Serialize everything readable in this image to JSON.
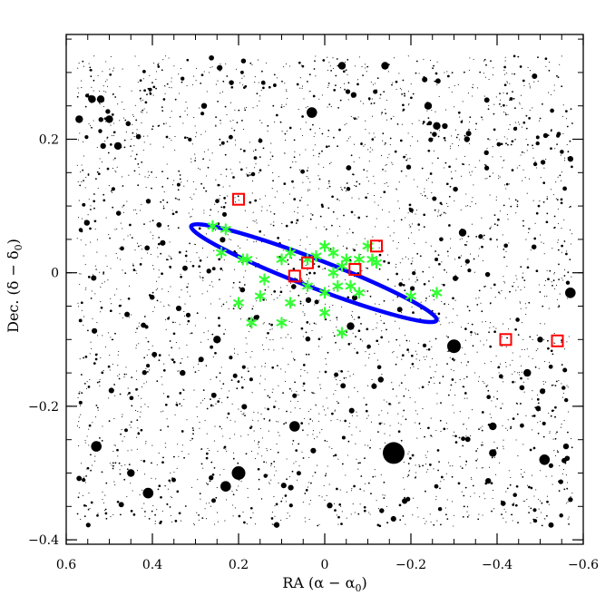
{
  "chart_data": {
    "type": "scatter",
    "xlabel": "RA (α − α",
    "xlabel_sub": "0",
    "xlabel_close": ")",
    "ylabel": "Dec. (δ − δ",
    "ylabel_sub": "0",
    "ylabel_close": ")",
    "xlim": [
      0.6,
      -0.6
    ],
    "ylim": [
      -0.4,
      0.35
    ],
    "x_ticks": [
      0.6,
      0.4,
      0.2,
      0,
      -0.2,
      -0.4,
      -0.6
    ],
    "x_tick_labels": [
      "0.6",
      "0.4",
      "0.2",
      "0",
      "−0.2",
      "−0.4",
      "−0.6"
    ],
    "y_ticks": [
      0.2,
      0,
      -0.2,
      -0.4
    ],
    "y_tick_labels": [
      "0.2",
      "0",
      "−0.2",
      "−0.4"
    ],
    "grid": false,
    "field_stars_note": "dense background of several thousand faint field stars (dot size ∝ brightness), uniformly filling roughly x ∈ [0.57, −0.57], y ∈ [−0.38, 0.32]",
    "bright_stars": [
      {
        "x": 0.57,
        "y": 0.23,
        "mag": 2
      },
      {
        "x": 0.54,
        "y": 0.26,
        "mag": 2
      },
      {
        "x": 0.52,
        "y": 0.26,
        "mag": 2
      },
      {
        "x": 0.5,
        "y": 0.23,
        "mag": 2
      },
      {
        "x": 0.48,
        "y": 0.19,
        "mag": 2
      },
      {
        "x": 0.28,
        "y": 0.25,
        "mag": 1
      },
      {
        "x": 0.03,
        "y": 0.24,
        "mag": 3
      },
      {
        "x": -0.04,
        "y": 0.31,
        "mag": 2
      },
      {
        "x": -0.14,
        "y": 0.31,
        "mag": 2
      },
      {
        "x": -0.24,
        "y": 0.25,
        "mag": 2
      },
      {
        "x": -0.26,
        "y": 0.22,
        "mag": 2
      },
      {
        "x": -0.33,
        "y": 0.2,
        "mag": 1
      },
      {
        "x": -0.32,
        "y": 0.06,
        "mag": 2
      },
      {
        "x": -0.57,
        "y": -0.03,
        "mag": 3
      },
      {
        "x": -0.3,
        "y": -0.11,
        "mag": 4
      },
      {
        "x": -0.06,
        "y": -0.08,
        "mag": 2
      },
      {
        "x": 0.25,
        "y": -0.1,
        "mag": 2
      },
      {
        "x": -0.47,
        "y": -0.15,
        "mag": 2
      },
      {
        "x": -0.5,
        "y": -0.1,
        "mag": 1
      },
      {
        "x": -0.39,
        "y": -0.23,
        "mag": 2
      },
      {
        "x": -0.39,
        "y": -0.27,
        "mag": 2
      },
      {
        "x": 0.07,
        "y": -0.23,
        "mag": 3
      },
      {
        "x": 0.53,
        "y": -0.26,
        "mag": 3
      },
      {
        "x": 0.45,
        "y": -0.3,
        "mag": 2
      },
      {
        "x": 0.41,
        "y": -0.33,
        "mag": 3
      },
      {
        "x": 0.2,
        "y": -0.3,
        "mag": 4
      },
      {
        "x": 0.23,
        "y": -0.32,
        "mag": 3
      },
      {
        "x": -0.16,
        "y": -0.27,
        "mag": 6
      },
      {
        "x": -0.51,
        "y": -0.28,
        "mag": 3
      },
      {
        "x": -0.56,
        "y": -0.26,
        "mag": 1
      },
      {
        "x": -0.13,
        "y": -0.16,
        "mag": 1
      },
      {
        "x": 0.33,
        "y": -0.15,
        "mag": 1
      }
    ],
    "ellipse": {
      "center_x": 0.025,
      "center_y": -0.0005,
      "semi_major": 0.305,
      "semi_minor": 0.0212,
      "angle_deg": -21.0,
      "color": "#0000ff"
    },
    "series": [
      {
        "name": "",
        "marker": "asterisk",
        "color": "#33ff33",
        "points": [
          {
            "x": 0.26,
            "y": 0.07
          },
          {
            "x": 0.23,
            "y": 0.065
          },
          {
            "x": 0.24,
            "y": 0.03
          },
          {
            "x": 0.19,
            "y": 0.02
          },
          {
            "x": 0.18,
            "y": 0.02
          },
          {
            "x": 0.1,
            "y": 0.02
          },
          {
            "x": 0.08,
            "y": 0.03
          },
          {
            "x": 0.04,
            "y": 0.02
          },
          {
            "x": 0.02,
            "y": 0.025
          },
          {
            "x": 0.0,
            "y": 0.04
          },
          {
            "x": -0.02,
            "y": 0.03
          },
          {
            "x": -0.05,
            "y": 0.02
          },
          {
            "x": -0.1,
            "y": 0.04
          },
          {
            "x": -0.08,
            "y": 0.02
          },
          {
            "x": -0.02,
            "y": 0.0
          },
          {
            "x": -0.04,
            "y": 0.01
          },
          {
            "x": -0.11,
            "y": 0.02
          },
          {
            "x": -0.12,
            "y": 0.015
          },
          {
            "x": 0.14,
            "y": -0.01
          },
          {
            "x": 0.04,
            "y": -0.02
          },
          {
            "x": 0.0,
            "y": -0.03
          },
          {
            "x": -0.03,
            "y": -0.02
          },
          {
            "x": -0.06,
            "y": -0.02
          },
          {
            "x": -0.08,
            "y": -0.03
          },
          {
            "x": 0.2,
            "y": -0.045
          },
          {
            "x": 0.15,
            "y": -0.035
          },
          {
            "x": 0.08,
            "y": -0.045
          },
          {
            "x": 0.0,
            "y": -0.06
          },
          {
            "x": 0.17,
            "y": -0.075
          },
          {
            "x": 0.1,
            "y": -0.075
          },
          {
            "x": -0.2,
            "y": -0.035
          },
          {
            "x": -0.26,
            "y": -0.03
          },
          {
            "x": -0.04,
            "y": -0.09
          }
        ]
      },
      {
        "name": "",
        "marker": "open-square",
        "color": "#ff0000",
        "points": [
          {
            "x": 0.2,
            "y": 0.11
          },
          {
            "x": 0.07,
            "y": -0.005
          },
          {
            "x": 0.04,
            "y": 0.015
          },
          {
            "x": -0.07,
            "y": 0.005
          },
          {
            "x": -0.12,
            "y": 0.04
          },
          {
            "x": -0.42,
            "y": -0.1
          },
          {
            "x": -0.54,
            "y": -0.102
          }
        ]
      }
    ]
  }
}
